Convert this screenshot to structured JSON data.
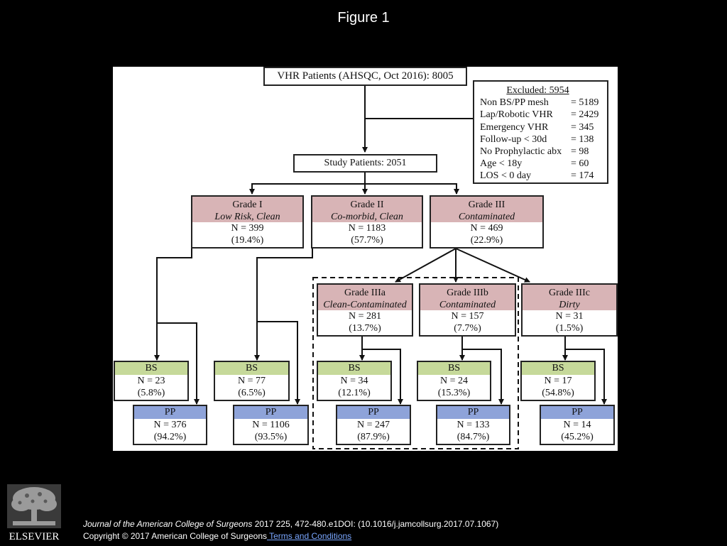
{
  "title": "Figure 1",
  "flowchart": {
    "top": {
      "label": "VHR Patients (AHSQC, Oct 2016): 8005"
    },
    "excluded": {
      "title": "Excluded: 5954",
      "rows": [
        {
          "label": "Non BS/PP mesh",
          "value": "= 5189"
        },
        {
          "label": "Lap/Robotic VHR",
          "value": "= 2429"
        },
        {
          "label": "Emergency VHR",
          "value": "= 345"
        },
        {
          "label": "Follow-up < 30d",
          "value": "= 138"
        },
        {
          "label": "No Prophylactic abx",
          "value": "= 98"
        },
        {
          "label": "Age < 18y",
          "value": "= 60"
        },
        {
          "label": "LOS < 0 day",
          "value": "= 174"
        }
      ]
    },
    "study": {
      "label": "Study Patients: 2051"
    },
    "grades": [
      {
        "title": "Grade I",
        "subtitle": "Low Risk, Clean",
        "n": "N = 399",
        "pct": "(19.4%)"
      },
      {
        "title": "Grade II",
        "subtitle": "Co-morbid, Clean",
        "n": "N = 1183",
        "pct": "(57.7%)"
      },
      {
        "title": "Grade III",
        "subtitle": "Contaminated",
        "n": "N = 469",
        "pct": "(22.9%)"
      }
    ],
    "subgrades": [
      {
        "title": "Grade IIIa",
        "subtitle": "Clean-Contaminated",
        "n": "N = 281",
        "pct": "(13.7%)"
      },
      {
        "title": "Grade IIIb",
        "subtitle": "Contaminated",
        "n": "N = 157",
        "pct": "(7.7%)"
      },
      {
        "title": "Grade IIIc",
        "subtitle": "Dirty",
        "n": "N = 31",
        "pct": "(1.5%)"
      }
    ],
    "outcomes": [
      {
        "bs": {
          "label": "BS",
          "n": "N = 23",
          "pct": "(5.8%)"
        },
        "pp": {
          "label": "PP",
          "n": "N = 376",
          "pct": "(94.2%)"
        }
      },
      {
        "bs": {
          "label": "BS",
          "n": "N = 77",
          "pct": "(6.5%)"
        },
        "pp": {
          "label": "PP",
          "n": "N = 1106",
          "pct": "(93.5%)"
        }
      },
      {
        "bs": {
          "label": "BS",
          "n": "N = 34",
          "pct": "(12.1%)"
        },
        "pp": {
          "label": "PP",
          "n": "N = 247",
          "pct": "(87.9%)"
        }
      },
      {
        "bs": {
          "label": "BS",
          "n": "N = 24",
          "pct": "(15.3%)"
        },
        "pp": {
          "label": "PP",
          "n": "N = 133",
          "pct": "(84.7%)"
        }
      },
      {
        "bs": {
          "label": "BS",
          "n": "N = 17",
          "pct": "(54.8%)"
        },
        "pp": {
          "label": "PP",
          "n": "N = 14",
          "pct": "(45.2%)"
        }
      }
    ]
  },
  "colors": {
    "grade_header": "#d8b4b6",
    "bs_header": "#c6d99a",
    "pp_header": "#8ea3d9"
  },
  "footer": {
    "logo_text": "ELSEVIER",
    "journal": "Journal of the American College of Surgeons",
    "citation_rest": " 2017 225, 472-480.e1DOI: (10.1016/j.jamcollsurg.2017.07.1067)",
    "copyright": "Copyright © 2017 American College of Surgeons",
    "terms_link": " Terms and Conditions"
  }
}
